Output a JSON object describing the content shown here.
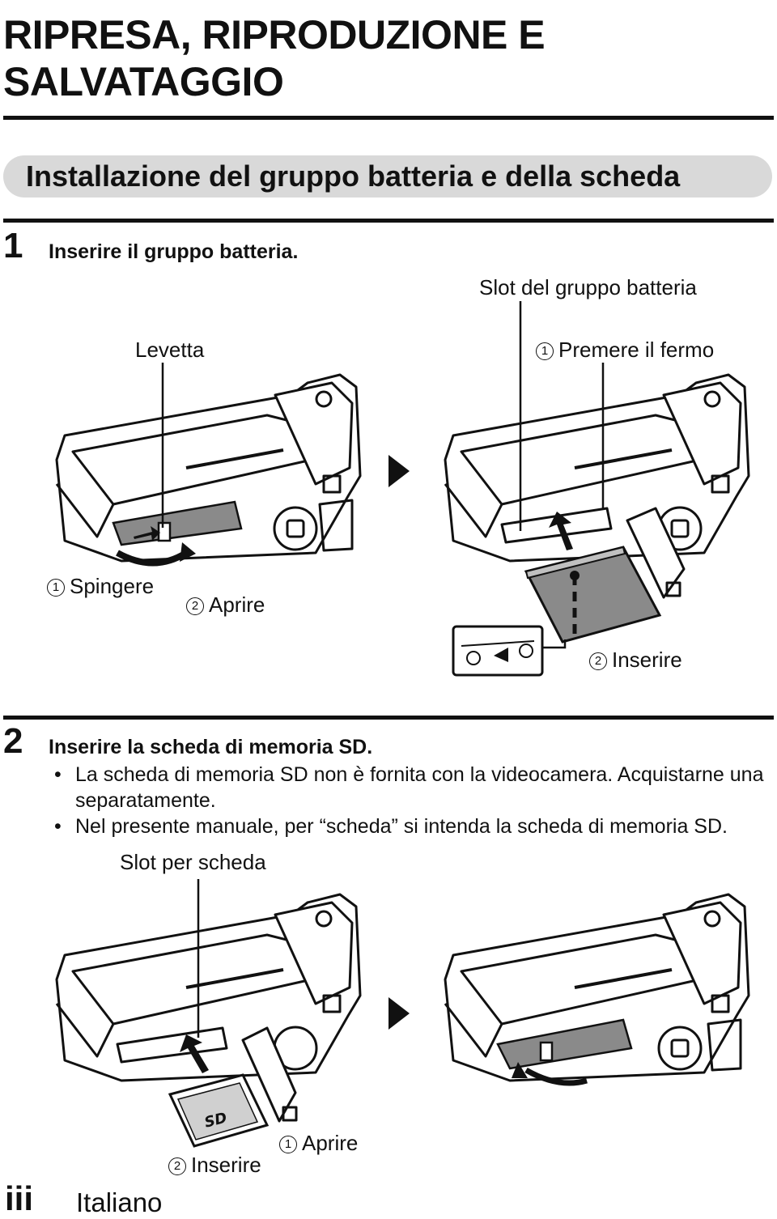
{
  "header": {
    "chapter_title_line1": "RIPRESA, RIPRODUZIONE E",
    "chapter_title_line2": "SALVATAGGIO"
  },
  "section": {
    "title": "Installazione del gruppo batteria e della scheda"
  },
  "step1": {
    "number": "1",
    "title": "Inserire il gruppo batteria.",
    "callouts": {
      "slot": "Slot del gruppo batteria",
      "lever": "Levetta",
      "press_num": "1",
      "press": "Premere il fermo",
      "push_num": "1",
      "push": "Spingere",
      "open_num": "2",
      "open": "Aprire",
      "insert_num": "2",
      "insert": "Inserire"
    }
  },
  "step2": {
    "number": "2",
    "title": "Inserire la scheda di memoria SD.",
    "bullets": [
      "La scheda di memoria SD non è fornita con la videocamera. Acquistarne una separatamente.",
      "Nel presente manuale, per “scheda” si intenda la scheda di memoria SD."
    ],
    "callouts": {
      "slot": "Slot per scheda",
      "open_num": "1",
      "open": "Aprire",
      "insert_num": "2",
      "insert": "Inserire"
    }
  },
  "footer": {
    "page": "iii",
    "language": "Italiano"
  }
}
